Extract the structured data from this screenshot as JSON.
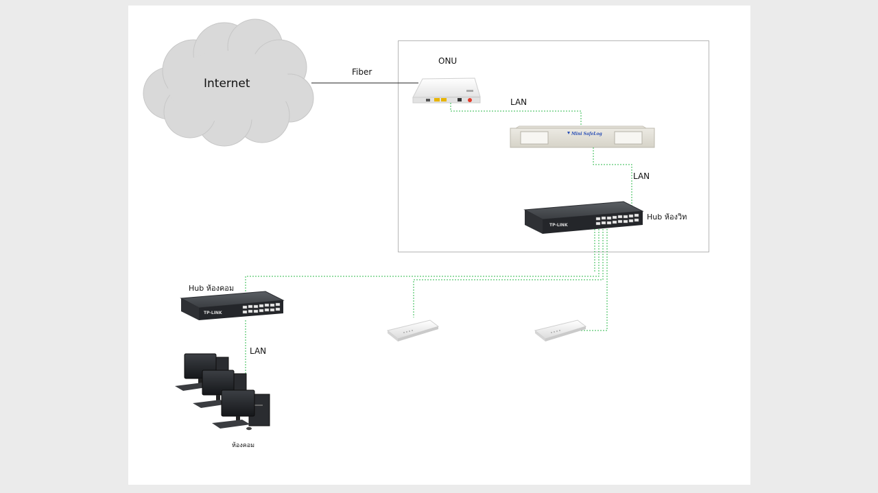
{
  "nodes": {
    "internet": "Internet",
    "onu": "ONU",
    "hub_server": "Hub ห้องวิท",
    "hub_lab": "Hub ห้องคอม",
    "computer_room": "ห้องคอม",
    "mini_safelog_brand": "Mini SafeLog",
    "tplink_brand": "TP-LINK"
  },
  "links": {
    "fiber": "Fiber",
    "lan_onu_logger": "LAN",
    "lan_logger_hub": "LAN",
    "lan_hub_pcs": "LAN"
  },
  "colors": {
    "lan_line": "#2bb84a",
    "fiber_line": "#222222",
    "frame": "#b5b5b5",
    "cloud": "#d9d9d9"
  }
}
